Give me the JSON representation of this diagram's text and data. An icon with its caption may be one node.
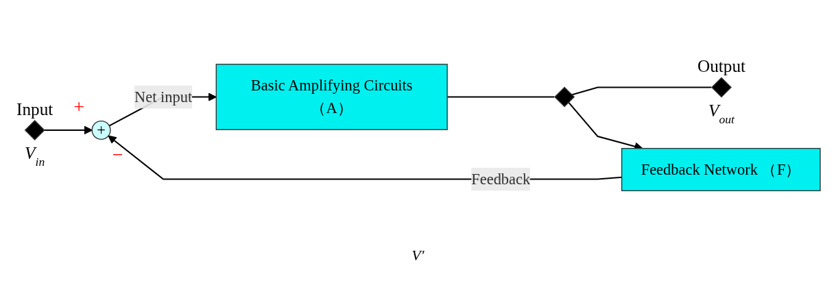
{
  "diagram": {
    "nodes": [
      {
        "text": [],
        "shape": "diamond",
        "beside": [
          "Input",
          "V$_{in}$"
        ]
      },
      {
        "text": [
          "+"
        ],
        "beside": [
          "+",
          "−"
        ]
      },
      {
        "text": [
          "Basic Amplifying Circuits（A）"
        ]
      },
      {
        "text": [],
        "shape": "diamond"
      },
      {
        "text": [],
        "shape": "diamond",
        "beside": [
          "Output",
          "V$_{out}$"
        ]
      },
      {
        "text": [
          "Feedback Network （F）"
        ]
      }
    ],
    "edges": [
      {
        "from": 0,
        "to": 1,
        "arrow": "to"
      },
      {
        "from": 1,
        "to": 2,
        "arrow": "to",
        "label": "Net input"
      },
      {
        "from": 2,
        "to": 3,
        "arrow": "none"
      },
      {
        "from": 3,
        "to": 4,
        "arrow": "none"
      },
      {
        "from": 3,
        "to": 5,
        "arrow": "to"
      },
      {
        "from": 5,
        "to": 1,
        "arrow": "to",
        "label": "Feedback"
      }
    ],
    "labels": [
      "V′"
    ]
  }
}
